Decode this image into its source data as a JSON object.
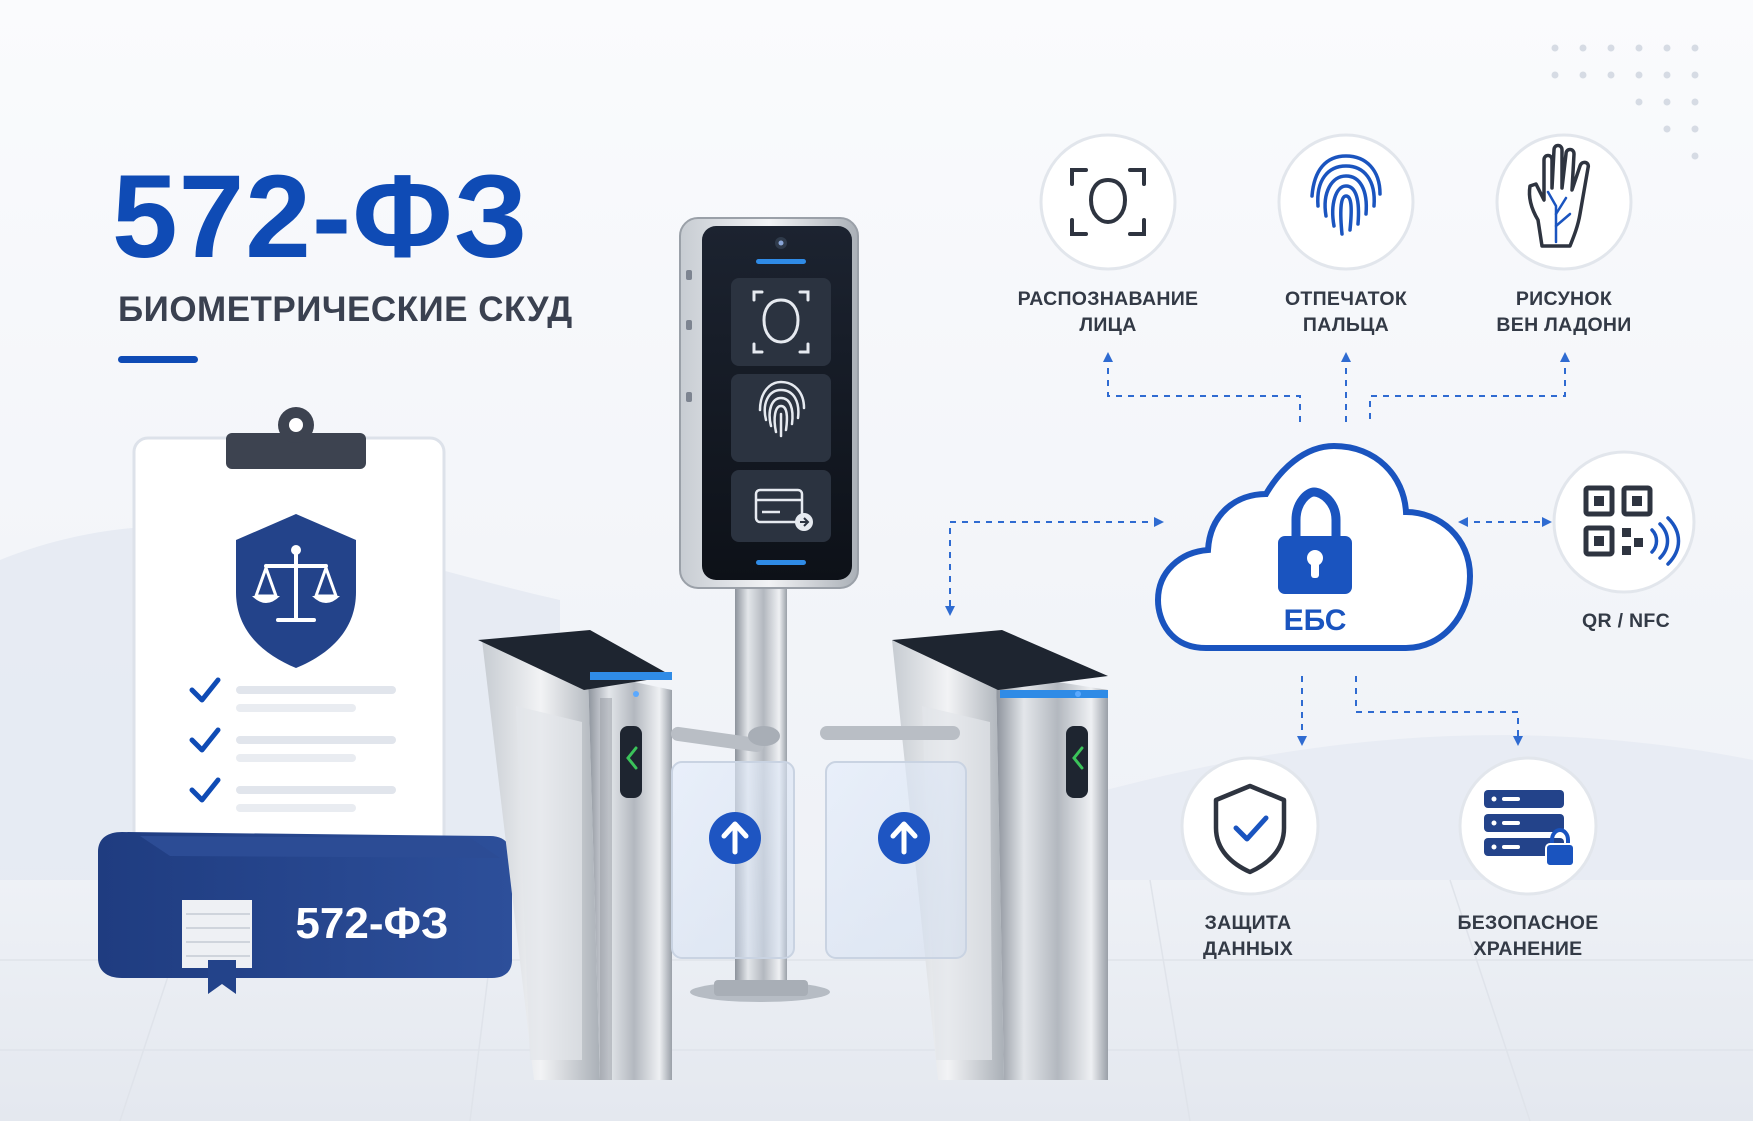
{
  "header": {
    "title": "572-ФЗ",
    "subtitle": "БИОМЕТРИЧЕСКИЕ СКУД"
  },
  "book": {
    "title": "572-ФЗ"
  },
  "cloud": {
    "label": "ЕБС"
  },
  "nodes": {
    "face": {
      "line1": "РАСПОЗНАВАНИЕ",
      "line2": "ЛИЦА",
      "icon": "face-scan-icon"
    },
    "fingerprint": {
      "line1": "ОТПЕЧАТОК",
      "line2": "ПАЛЬЦА",
      "icon": "fingerprint-icon"
    },
    "palm": {
      "line1": "РИСУНОК",
      "line2": "ВЕН ЛАДОНИ",
      "icon": "palm-vein-icon"
    },
    "qr": {
      "label": "QR / NFC",
      "icon": "qr-nfc-icon"
    },
    "protect": {
      "line1": "ЗАЩИТА",
      "line2": "ДАННЫХ",
      "icon": "shield-check-icon"
    },
    "storage": {
      "line1": "БЕЗОПАСНОЕ",
      "line2": "ХРАНЕНИЕ",
      "icon": "secure-server-icon"
    }
  },
  "colors": {
    "accent": "#0f4bb5",
    "background": "#f3f5f9",
    "text": "#333a46",
    "dark_navy": "#23438a"
  }
}
